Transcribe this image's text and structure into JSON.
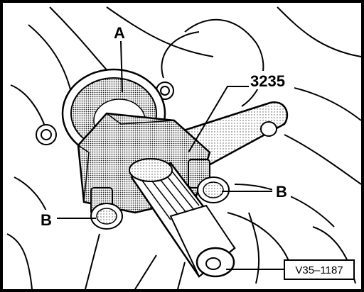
{
  "labels": {
    "a": "A",
    "tool": "3235",
    "b_right": "B",
    "b_left": "B"
  },
  "figure_code": "V35–1187",
  "colors": {
    "ink": "#000000",
    "paper": "#ffffff",
    "shade": "#7a7a7a",
    "light_shade": "#b5b5b5"
  }
}
